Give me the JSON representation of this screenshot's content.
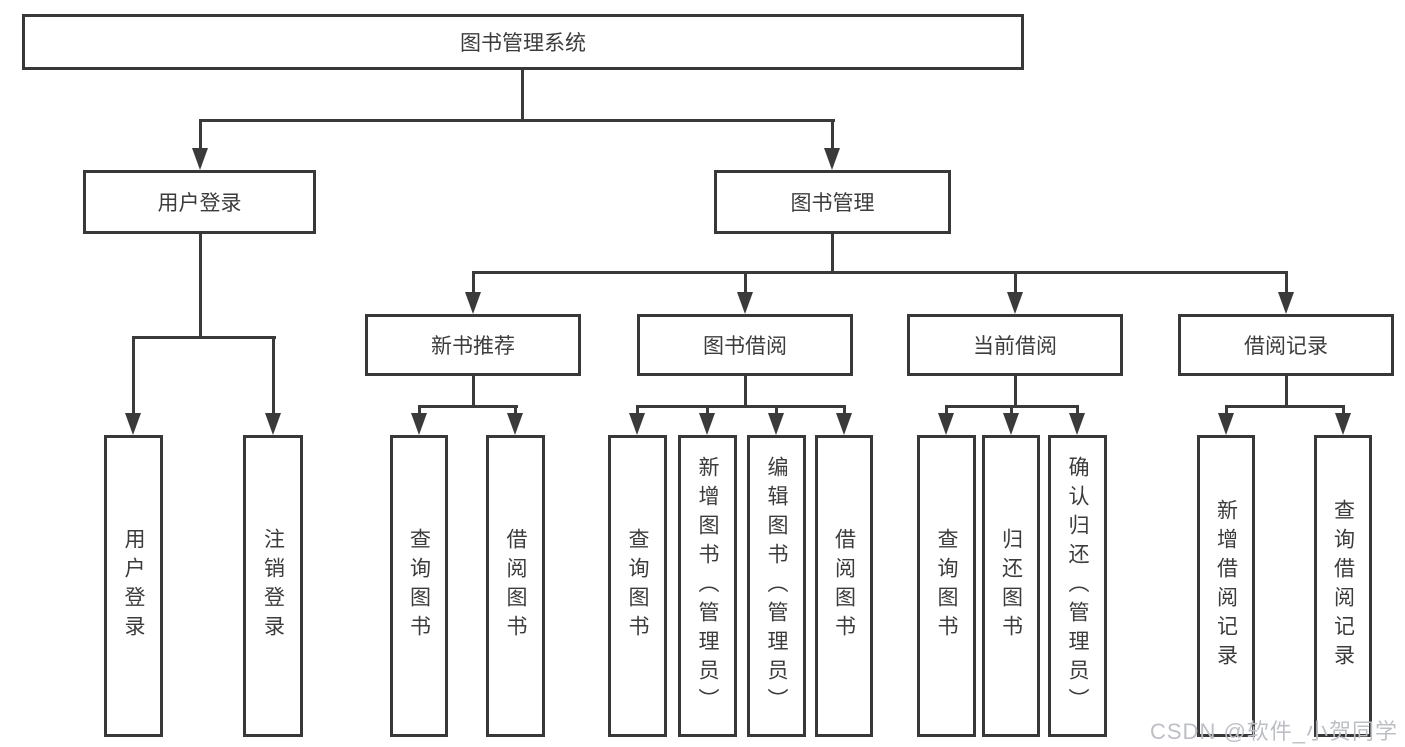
{
  "diagram": {
    "root": {
      "label": "图书管理系统"
    },
    "level2": [
      {
        "label": "用户登录"
      },
      {
        "label": "图书管理"
      }
    ],
    "level3": [
      {
        "label": "新书推荐"
      },
      {
        "label": "图书借阅"
      },
      {
        "label": "当前借阅"
      },
      {
        "label": "借阅记录"
      }
    ],
    "leaf_groups": [
      {
        "parent": "用户登录",
        "items": [
          "用户登录",
          "注销登录"
        ]
      },
      {
        "parent": "新书推荐",
        "items": [
          "查询图书",
          "借阅图书"
        ]
      },
      {
        "parent": "图书借阅",
        "items": [
          "查询图书",
          "新增图书（管理员）",
          "编辑图书（管理员）",
          "借阅图书"
        ]
      },
      {
        "parent": "当前借阅",
        "items": [
          "查询图书",
          "归还图书",
          "确认归还（管理员）"
        ]
      },
      {
        "parent": "借阅记录",
        "items": [
          "新增借阅记录",
          "查询借阅记录"
        ]
      }
    ]
  },
  "watermark": "CSDN @软件_小贺同学",
  "colors": {
    "line": "#3a3a3a",
    "text": "#3c3c3c",
    "watermark": "#bcc0c6",
    "background": "#ffffff"
  }
}
